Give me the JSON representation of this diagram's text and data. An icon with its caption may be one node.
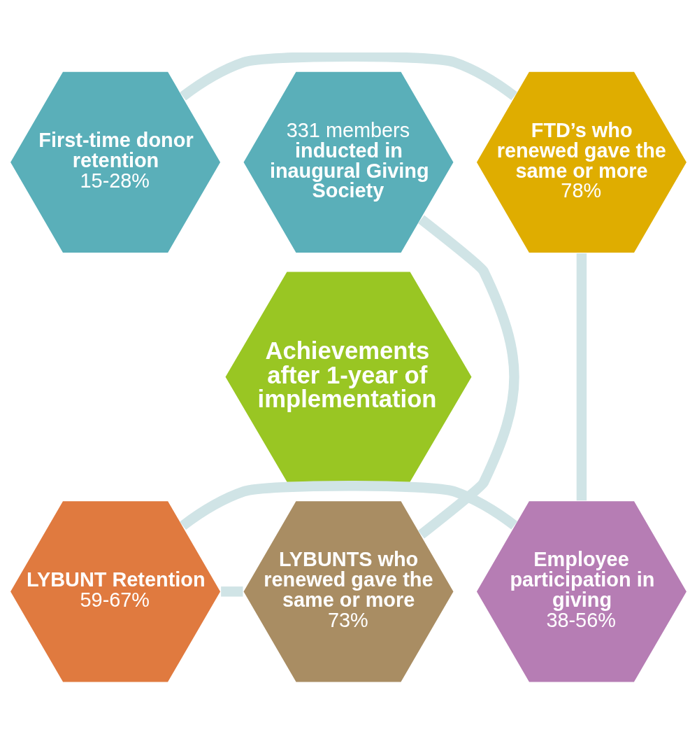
{
  "diagram": {
    "nodes": [
      {
        "text": [
          "Achievements after 1-year of implementation"
        ]
      },
      {
        "text": [
          "First-time donor retention",
          "15-28%"
        ]
      },
      {
        "text": [
          "FTD’s who renewed gave the same or more",
          "78%"
        ]
      },
      {
        "text": [
          "Employee participation in giving",
          "38-56%"
        ]
      },
      {
        "text": [
          "LYBUNT Retention",
          "59-67%"
        ]
      },
      {
        "text": [
          "LYBUNTS who renewed gave the same or more",
          "73%"
        ]
      },
      {
        "text": [
          "331 members",
          "inducted in inaugural Giving Society"
        ]
      }
    ],
    "edges": [
      {
        "from": 1,
        "to": 2,
        "arrow": "none"
      },
      {
        "from": 2,
        "to": 3,
        "arrow": "none"
      },
      {
        "from": 3,
        "to": 4,
        "arrow": "none"
      },
      {
        "from": 4,
        "to": 5,
        "arrow": "none"
      },
      {
        "from": 5,
        "to": 6,
        "arrow": "none"
      }
    ]
  }
}
